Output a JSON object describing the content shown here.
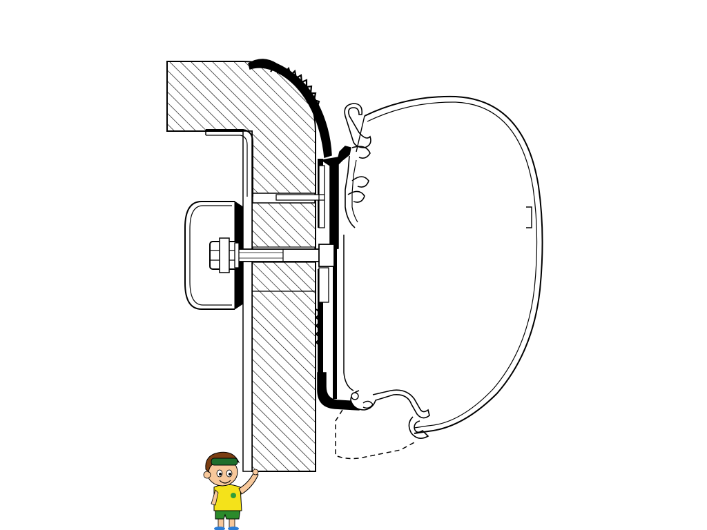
{
  "diagram": {
    "kind": "awning adapter mounting cross-section",
    "colors": {
      "stroke": "#000000",
      "fill": "#ffffff",
      "hatch": "#000000",
      "mascot_hair": "#7a3d12",
      "mascot_skin": "#f7c89b",
      "mascot_shirt": "#f4e21a",
      "mascot_shorts": "#2b8a2b",
      "mascot_goggles": "#1e6e2c",
      "mascot_badge": "#2f9e3a"
    },
    "parts": [
      "wall-panel",
      "inner-trim-profile",
      "adapter-rail",
      "mounting-bolt",
      "hex-nut",
      "inner-cap",
      "awning-cassette",
      "front-bar-retracted",
      "mascot"
    ]
  }
}
